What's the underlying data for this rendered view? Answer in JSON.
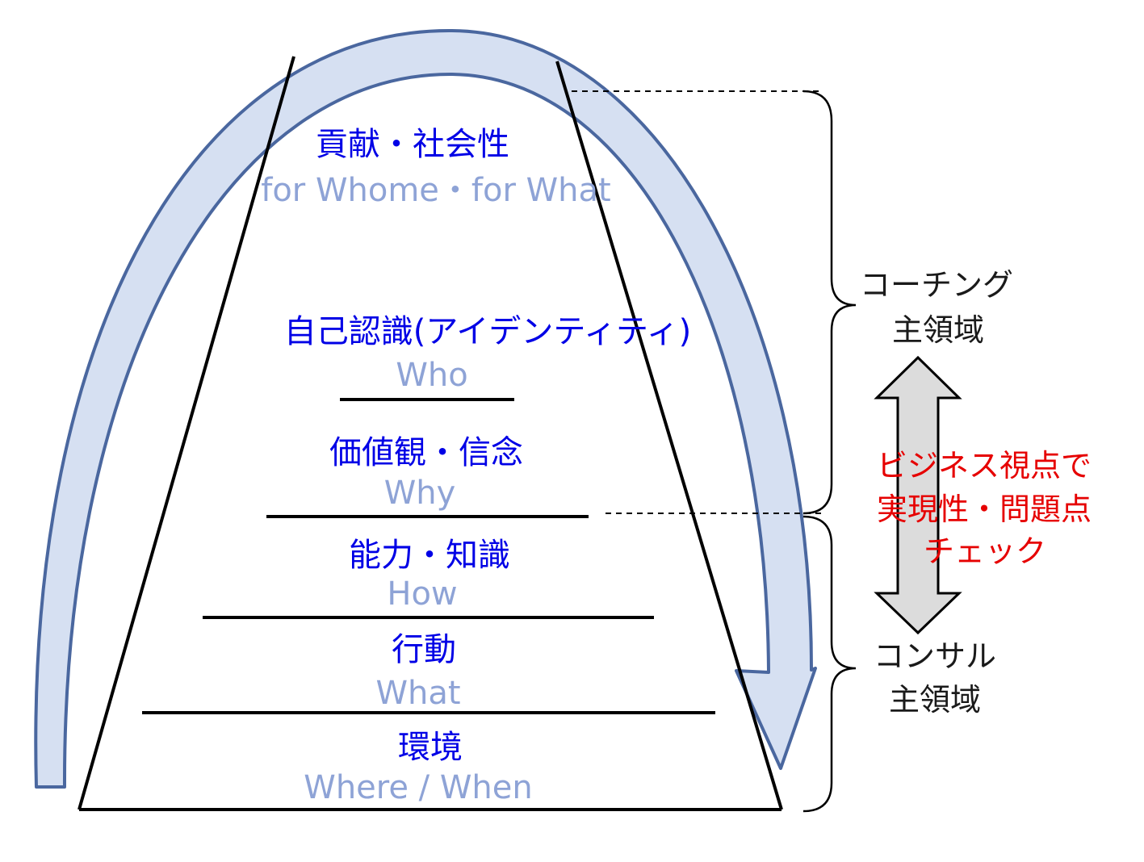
{
  "levels": [
    {
      "jp": "貢献・社会性",
      "en": "for Whome・for What"
    },
    {
      "jp": "自己認識(アイデンティティ)",
      "en": "Who"
    },
    {
      "jp": "価値観・信念",
      "en": "Why"
    },
    {
      "jp": "能力・知識",
      "en": "How"
    },
    {
      "jp": "行動",
      "en": "What"
    },
    {
      "jp": "環境",
      "en": "Where / When"
    }
  ],
  "coaching": {
    "line1": "コーチング",
    "line2": "主領域"
  },
  "consult": {
    "line1": "コンサル",
    "line2": "主領域"
  },
  "check_note": {
    "line1": "ビジネス視点で",
    "line2": "実現性・問題点",
    "line3": "チェック"
  },
  "colors": {
    "arrow_fill": "#d6e0f2",
    "arrow_stroke": "#4a679f",
    "jp_text": "#0000e6",
    "en_text": "#8ea3d6",
    "note_text": "#e60000",
    "double_arrow_fill": "#dcdcdc"
  }
}
